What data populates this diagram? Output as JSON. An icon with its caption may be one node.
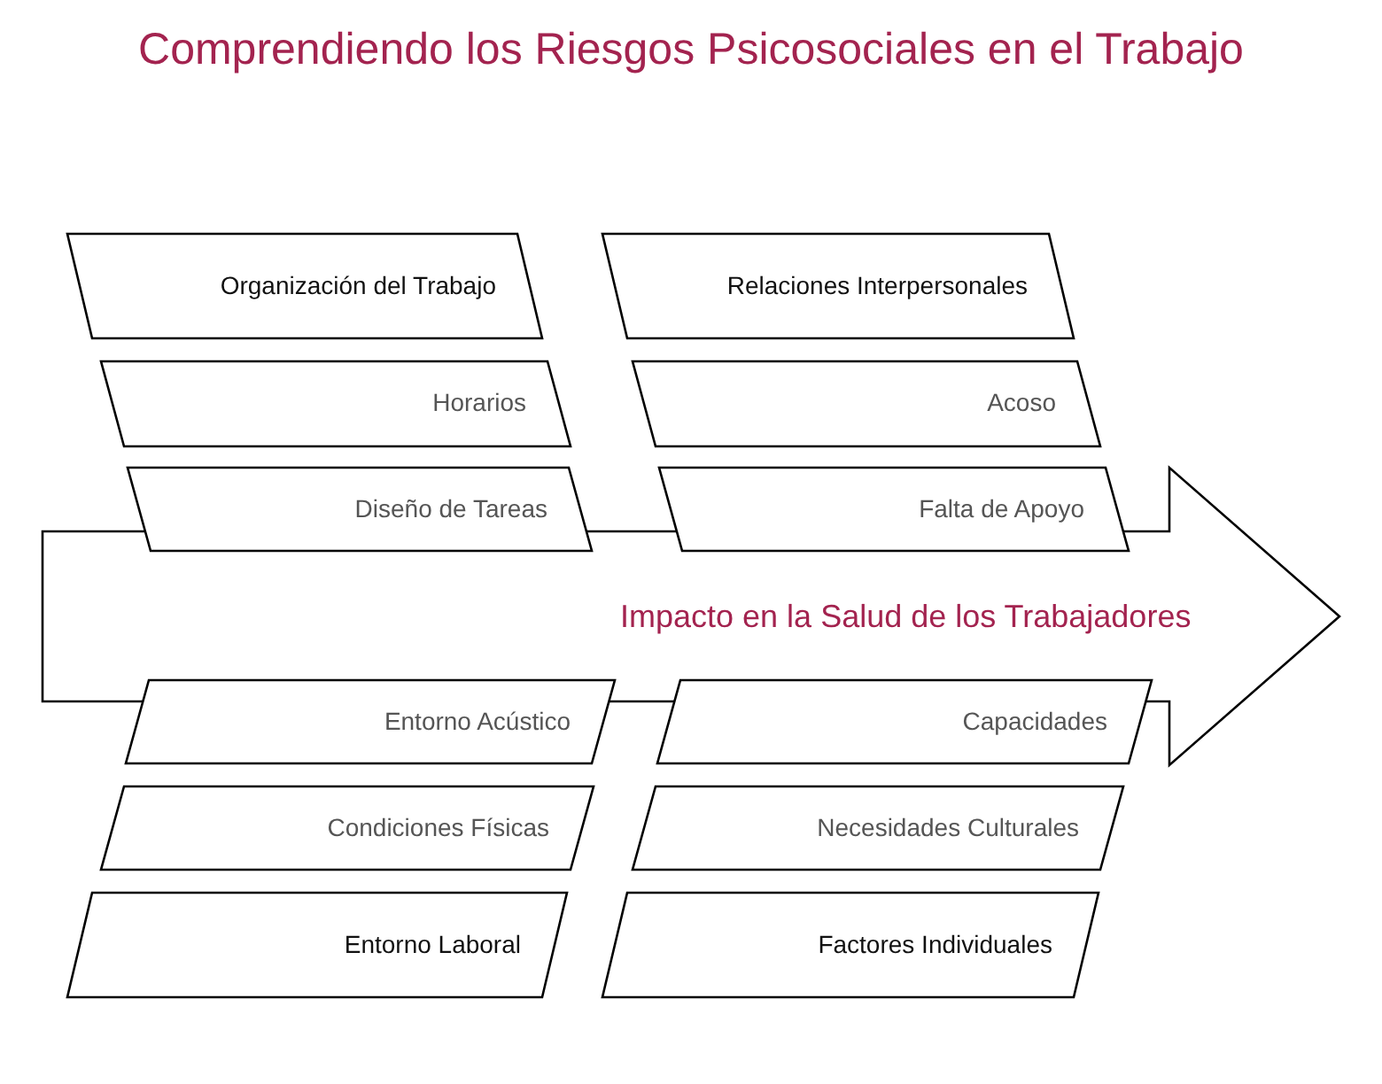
{
  "diagram": {
    "title": "Comprendiendo los Riesgos Psicosociales en el Trabajo",
    "nodes": [
      {
        "text": [
          "Organización del Trabajo"
        ]
      },
      {
        "text": [
          "Relaciones Interpersonales"
        ]
      },
      {
        "text": [
          "Horarios"
        ]
      },
      {
        "text": [
          "Acoso"
        ]
      },
      {
        "text": [
          "Diseño de Tareas"
        ]
      },
      {
        "text": [
          "Falta de Apoyo"
        ]
      },
      {
        "text": [
          "Impacto en la Salud de los Trabajadores"
        ]
      },
      {
        "text": [
          "Entorno Acústico"
        ]
      },
      {
        "text": [
          "Capacidades"
        ]
      },
      {
        "text": [
          "Condiciones Físicas"
        ]
      },
      {
        "text": [
          "Necesidades Culturales"
        ]
      },
      {
        "text": [
          "Entorno Laboral"
        ]
      },
      {
        "text": [
          "Factores Individuales"
        ]
      }
    ]
  }
}
